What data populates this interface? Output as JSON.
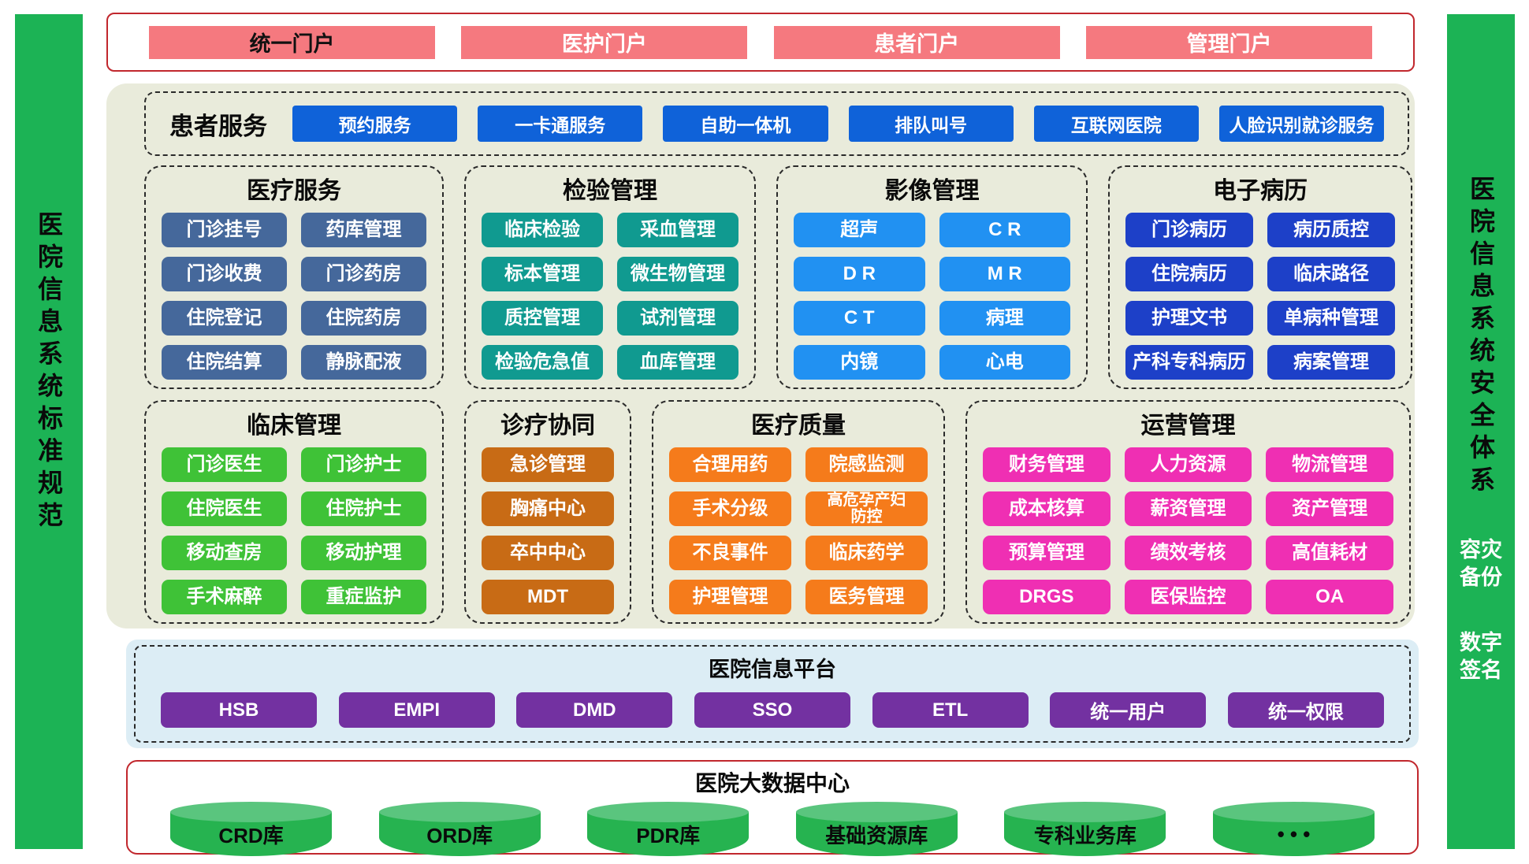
{
  "left_bar": {
    "title": "医院信息系统标准规范",
    "color": "#1cb355"
  },
  "right_bar": {
    "title": "医院信息系统安全体系",
    "color": "#1cb355",
    "items": [
      "容灾\n备份",
      "数字\n签名"
    ]
  },
  "portal_bar": {
    "border_color": "#c1272d",
    "button_color": "#f5797f",
    "items": [
      {
        "label": "统一门户",
        "text_color": "#111111"
      },
      {
        "label": "医护门户",
        "text_color": "#ffffff"
      },
      {
        "label": "患者门户",
        "text_color": "#ffffff"
      },
      {
        "label": "管理门户",
        "text_color": "#ffffff"
      }
    ]
  },
  "patient_services": {
    "title": "患者服务",
    "button_color": "#0f62d9",
    "items": [
      "预约服务",
      "一卡通服务",
      "自助一体机",
      "排队叫号",
      "互联网医院",
      "人脸识别就诊服务"
    ]
  },
  "groups": [
    {
      "id": "medical-services",
      "title": "医疗服务",
      "button_color": "#45689b",
      "items": [
        "门诊挂号",
        "药库管理",
        "门诊收费",
        "门诊药房",
        "住院登记",
        "住院药房",
        "住院结算",
        "静脉配液"
      ]
    },
    {
      "id": "lab-management",
      "title": "检验管理",
      "button_color": "#109a90",
      "items": [
        "临床检验",
        "采血管理",
        "标本管理",
        "微生物管理",
        "质控管理",
        "试剂管理",
        "检验危急值",
        "血库管理"
      ]
    },
    {
      "id": "imaging-management",
      "title": "影像管理",
      "button_color": "#2191f2",
      "items": [
        "超声",
        "C R",
        "D R",
        "M R",
        "C T",
        "病理",
        "内镜",
        "心电"
      ]
    },
    {
      "id": "emr",
      "title": "电子病历",
      "button_color": "#1d40c8",
      "items": [
        "门诊病历",
        "病历质控",
        "住院病历",
        "临床路径",
        "护理文书",
        "单病种管理",
        "产科专科病历",
        "病案管理"
      ]
    },
    {
      "id": "clinical-management",
      "title": "临床管理",
      "button_color": "#3fc237",
      "items": [
        "门诊医生",
        "门诊护士",
        "住院医生",
        "住院护士",
        "移动查房",
        "移动护理",
        "手术麻醉",
        "重症监护"
      ]
    },
    {
      "id": "diagnosis-collaboration",
      "title": "诊疗协同",
      "button_color": "#c86b15",
      "items": [
        "急诊管理",
        "胸痛中心",
        "卒中中心",
        "MDT"
      ]
    },
    {
      "id": "medical-quality",
      "title": "医疗质量",
      "button_color": "#f57b1b",
      "items": [
        "合理用药",
        "院感监测",
        "手术分级",
        "高危孕产妇\n防控",
        "不良事件",
        "临床药学",
        "护理管理",
        "医务管理"
      ]
    },
    {
      "id": "operations-management",
      "title": "运营管理",
      "button_color": "#ef2fb3",
      "items": [
        "财务管理",
        "人力资源",
        "物流管理",
        "成本核算",
        "薪资管理",
        "资产管理",
        "预算管理",
        "绩效考核",
        "高值耗材",
        "DRGS",
        "医保监控",
        "OA"
      ]
    }
  ],
  "platform": {
    "title": "医院信息平台",
    "bg_color": "#dcedf5",
    "button_color": "#7331a1",
    "items": [
      "HSB",
      "EMPI",
      "DMD",
      "SSO",
      "ETL",
      "统一用户",
      "统一权限"
    ]
  },
  "data_center": {
    "title": "医院大数据中心",
    "border_color": "#c1272d",
    "cylinder_color": "#26b350",
    "cylinder_top_color": "#5ac57e",
    "items": [
      "CRD库",
      "ORD库",
      "PDR库",
      "基础资源库",
      "专科业务库",
      "• • •"
    ]
  }
}
